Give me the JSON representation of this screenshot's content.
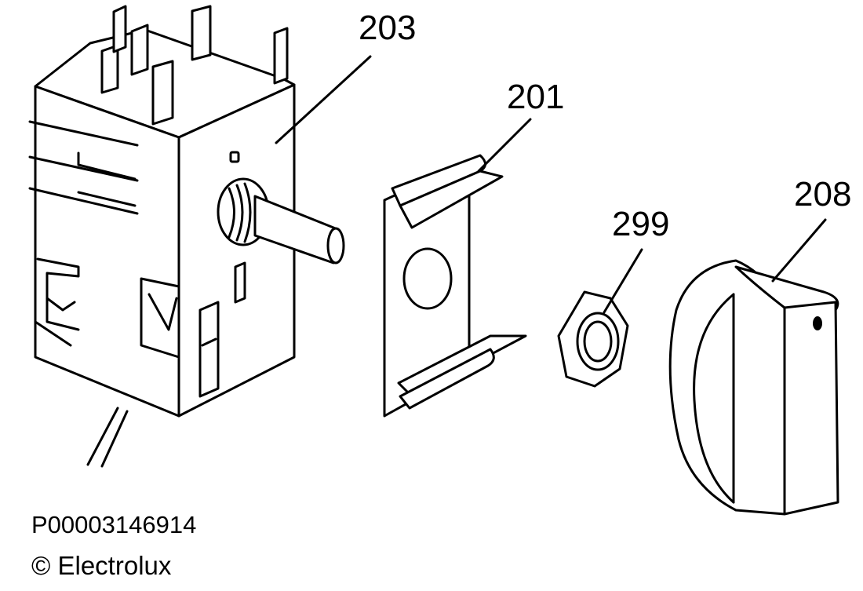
{
  "callouts": {
    "thermostat": "203",
    "bracket": "201",
    "nut": "299",
    "knob": "208"
  },
  "footer": {
    "part_number": "P00003146914",
    "copyright": "© Electrolux"
  }
}
